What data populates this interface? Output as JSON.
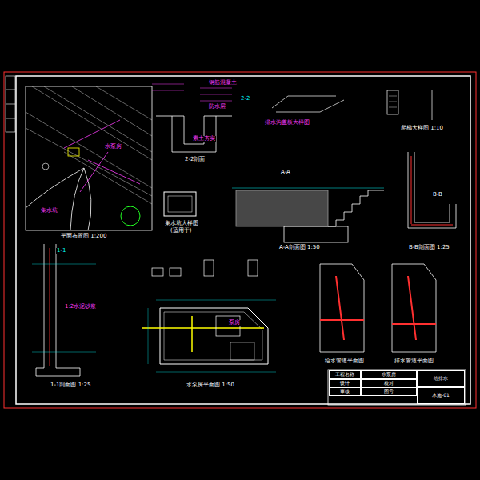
{
  "diagram": {
    "nodes": [
      {
        "text": [
          "工程名称"
        ]
      },
      {
        "text": [
          "水泵房"
        ]
      },
      {
        "text": [
          "设计"
        ]
      },
      {
        "text": [
          "校对"
        ]
      },
      {
        "text": [
          "审核"
        ]
      },
      {
        "text": [
          "图号"
        ]
      },
      {
        "text": [
          "给排水"
        ]
      },
      {
        "text": [
          "水施-01"
        ]
      }
    ],
    "labels": [
      "平面布置图 1:200",
      "2-2剖面",
      "集水坑大样图",
      "(适用于)",
      "1-1剖面图 1:25",
      "水泵房平面图 1:50",
      "A-A剖面图 1:50",
      "B-B剖面图 1:25",
      "爬梯大样图 1:10",
      "排水沟盖板大样图",
      "给水管道平面图",
      "排水管道平面图",
      "水泵房",
      "泵房",
      "集水坑",
      "1-1",
      "2-2",
      "A-A",
      "B-B",
      "钢筋混凝土",
      "防水层",
      "素土夯实",
      "1:2水泥砂浆"
    ]
  }
}
